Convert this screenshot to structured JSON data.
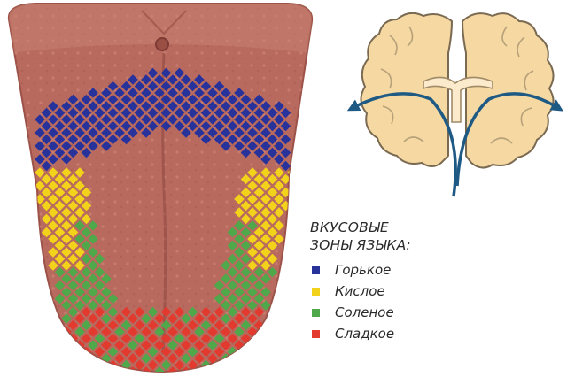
{
  "legend": {
    "title_line1": "ВКУСОВЫЕ",
    "title_line2": "ЗОНЫ ЯЗЫКА:",
    "items": [
      {
        "label": "Горькое",
        "color": "#27339b"
      },
      {
        "label": "Кислое",
        "color": "#f2d21a"
      },
      {
        "label": "Соленое",
        "color": "#4fa84a"
      },
      {
        "label": "Сладкое",
        "color": "#e23a2f"
      }
    ]
  },
  "colors": {
    "tongue": "#b86a5f",
    "tongue_edge": "#9c5248",
    "brain_fill": "#f5d8a2",
    "brain_outline": "#7a6a52",
    "signal_arrow": "#1f5a85"
  }
}
